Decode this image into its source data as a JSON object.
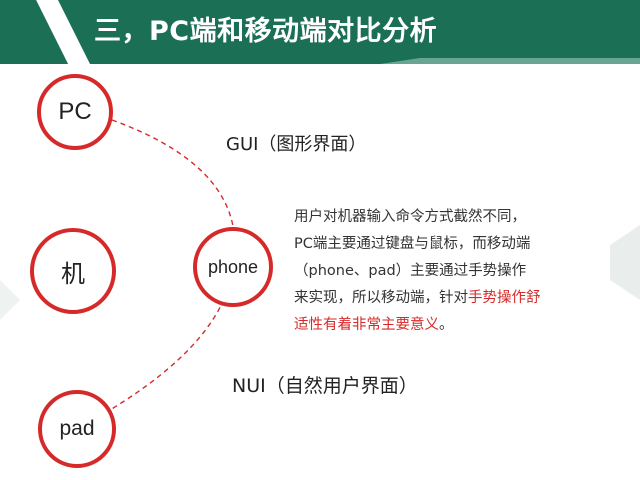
{
  "header": {
    "title": "三，PC端和移动端对比分析"
  },
  "nodes": {
    "pc": "PC",
    "ji": "机",
    "phone": "phone",
    "pad": "pad"
  },
  "labels": {
    "gui": "GUI（图形界面）",
    "nui": "NUI（自然用户界面）"
  },
  "description": {
    "line1": "用户对机器输入命令方式截然不同，",
    "line2": "PC端主要通过键盘与鼠标，而移动端",
    "line3": "（phone、pad）主要通过手势操作",
    "line4_plain": "来实现，所以移动端，针对",
    "line4_highlight": "手势操作舒",
    "line5_highlight": "适性有着非常主要意义",
    "line5_plain": "。"
  },
  "colors": {
    "header": "#1a6f55",
    "accent": "#d62a2a"
  }
}
